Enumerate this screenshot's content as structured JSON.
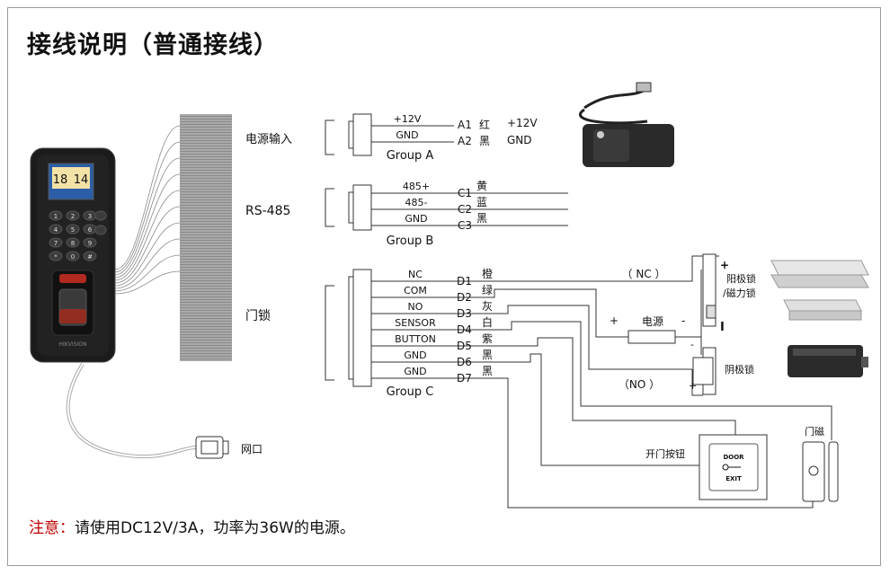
{
  "title": "接线说明（普通接线）",
  "device": {
    "screen_time_h": "18",
    "screen_time_m": "14",
    "keys": [
      "1",
      "2",
      "3",
      "4",
      "5",
      "6",
      "7",
      "8",
      "9",
      "*",
      "0",
      "#"
    ],
    "brand": "HIKVISION"
  },
  "groups": {
    "a": {
      "section_label": "电源输入",
      "group_label": "Group A",
      "wires": [
        {
          "label": "+12V",
          "pin": "A1",
          "color": "红",
          "target": "+12V"
        },
        {
          "label": "GND",
          "pin": "A2",
          "color": "黑",
          "target": "GND"
        }
      ]
    },
    "b": {
      "section_label": "RS-485",
      "group_label": "Group B",
      "wires": [
        {
          "label": "485+",
          "pin": "C1",
          "color": "黄"
        },
        {
          "label": "485-",
          "pin": "C2",
          "color": "蓝"
        },
        {
          "label": "GND",
          "pin": "C3",
          "color": "黑"
        }
      ]
    },
    "c": {
      "section_label": "门锁",
      "group_label": "Group C",
      "wires": [
        {
          "label": "NC",
          "pin": "D1",
          "color": "橙"
        },
        {
          "label": "COM",
          "pin": "D2",
          "color": "绿"
        },
        {
          "label": "NO",
          "pin": "D3",
          "color": "灰"
        },
        {
          "label": "SENSOR",
          "pin": "D4",
          "color": "白"
        },
        {
          "label": "BUTTON",
          "pin": "D5",
          "color": "紫"
        },
        {
          "label": "GND",
          "pin": "D6",
          "color": "黑"
        },
        {
          "label": "GND",
          "pin": "D7",
          "color": "黑"
        }
      ]
    }
  },
  "network_label": "网口",
  "circuit": {
    "nc_label": "（ NC ）",
    "no_label": "（NO ）",
    "power_label": "电源",
    "plus": "+",
    "minus": "-",
    "positive_lock_label": "阳极锁\n/磁力锁",
    "negative_lock_label": "阴极锁",
    "exit_button_label": "开门按钮",
    "door_contact_label": "门磁",
    "exit_button_text_top": "DOOR",
    "exit_button_text_bottom": "EXIT"
  },
  "note": {
    "label": "注意：",
    "text": "请使用DC12V/3A，功率为36W的电源。"
  }
}
